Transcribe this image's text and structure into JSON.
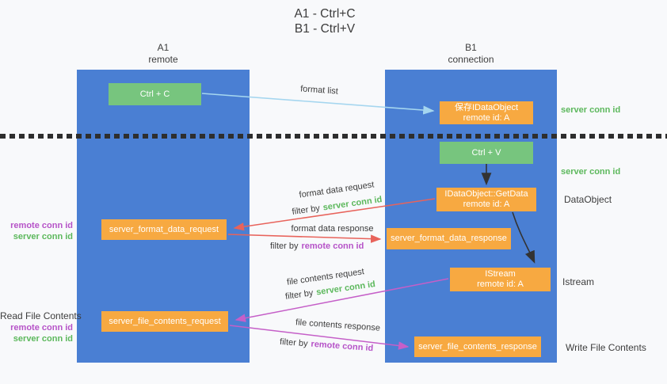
{
  "title": {
    "line1": "A1 - Ctrl+C",
    "line2": "B1 - Ctrl+V"
  },
  "lanes": {
    "a1": {
      "name": "A1",
      "role": "remote"
    },
    "b1": {
      "name": "B1",
      "role": "connection"
    }
  },
  "nodes": {
    "ctrl_c": {
      "label": "Ctrl + C"
    },
    "save_dataobject": {
      "line1": "保存IDataObject",
      "line2": "remote id: A"
    },
    "ctrl_v": {
      "label": "Ctrl + V"
    },
    "getdata": {
      "line1": "IDataObject::GetData",
      "line2": "remote id: A"
    },
    "format_request": {
      "label": "server_format_data_request"
    },
    "format_response": {
      "label": "server_format_data_response"
    },
    "istream": {
      "line1": "IStream",
      "line2": "remote id: A"
    },
    "file_request": {
      "label": "server_file_contents_request"
    },
    "file_response": {
      "label": "server_file_contents_response"
    }
  },
  "edges": {
    "format_list": {
      "label": "format list"
    },
    "format_data_request": {
      "label": "format data request",
      "filter_prefix": "filter by",
      "filter_key": "server conn id"
    },
    "format_data_response": {
      "label": "format data response",
      "filter_prefix": "filter by",
      "filter_key": "remote conn id"
    },
    "file_contents_request": {
      "label": "file contents request",
      "filter_prefix": "filter by",
      "filter_key": "server conn id"
    },
    "file_contents_response": {
      "label": "file contents response",
      "filter_prefix": "filter by",
      "filter_key": "remote conn id"
    }
  },
  "annotations": {
    "right_server_conn_top": "server conn id",
    "right_server_conn_mid": "server conn id",
    "right_dataobject": "DataObject",
    "right_istream": "Istream",
    "right_write_file": "Write File Contents",
    "left_remote_conn_1": "remote conn id",
    "left_server_conn_1": "server conn id",
    "left_read_file": "Read File Contents",
    "left_remote_conn_2": "remote conn id",
    "left_server_conn_2": "server conn id"
  },
  "colors": {
    "lane_blue": "#4a7fd3",
    "node_green": "#77c57e",
    "node_orange": "#f7a941",
    "server_conn_id_green": "#5cb85c",
    "remote_conn_id_purple": "#b653c8",
    "arrow_light_blue": "#a5d6ef",
    "arrow_red": "#e8635b",
    "arrow_magenta": "#c55fc8",
    "arrow_black": "#333333"
  }
}
